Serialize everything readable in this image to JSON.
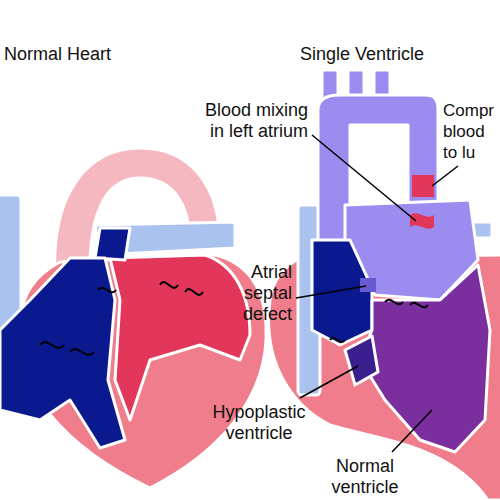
{
  "diagram": {
    "labels": [
      "Normal Heart",
      "Single Ventricle",
      "Blood mixing in left atrium",
      "Compr blood to lu",
      "Atrial septal defect",
      "Hypoplastic ventricle",
      "Normal ventricle"
    ]
  }
}
